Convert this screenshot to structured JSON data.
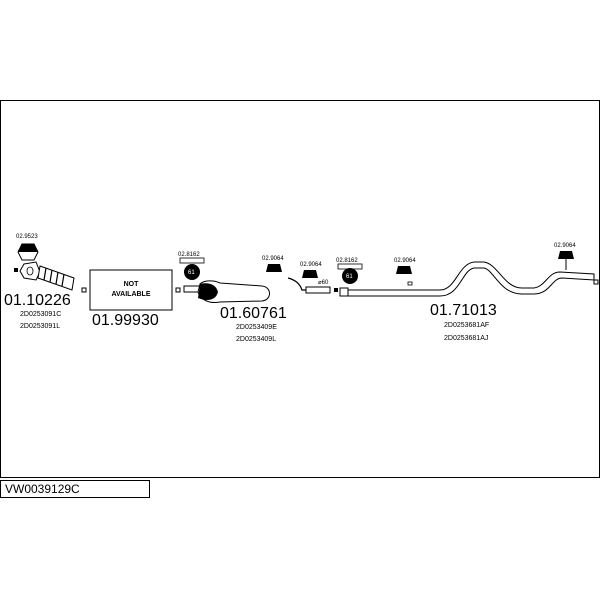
{
  "catalog_code": "VW0039129C",
  "parts": [
    {
      "number": "01.10226",
      "oem": [
        "2D0253091C",
        "2D0253091L"
      ]
    },
    {
      "number": "01.99930",
      "oem": []
    },
    {
      "number": "01.60761",
      "oem": [
        "2D0253409E",
        "2D0253409L"
      ]
    },
    {
      "number": "01.71013",
      "oem": [
        "2D0253681AF",
        "2D0253681AJ"
      ]
    }
  ],
  "not_available": [
    "NOT",
    "AVAILABLE"
  ],
  "accessories": [
    "02.9523",
    "02.8162",
    "02.9064",
    "02.9064",
    "02.8162",
    "02.9064",
    "02.9064"
  ],
  "diameter_label": "⌀60",
  "mount_glyph": "61"
}
